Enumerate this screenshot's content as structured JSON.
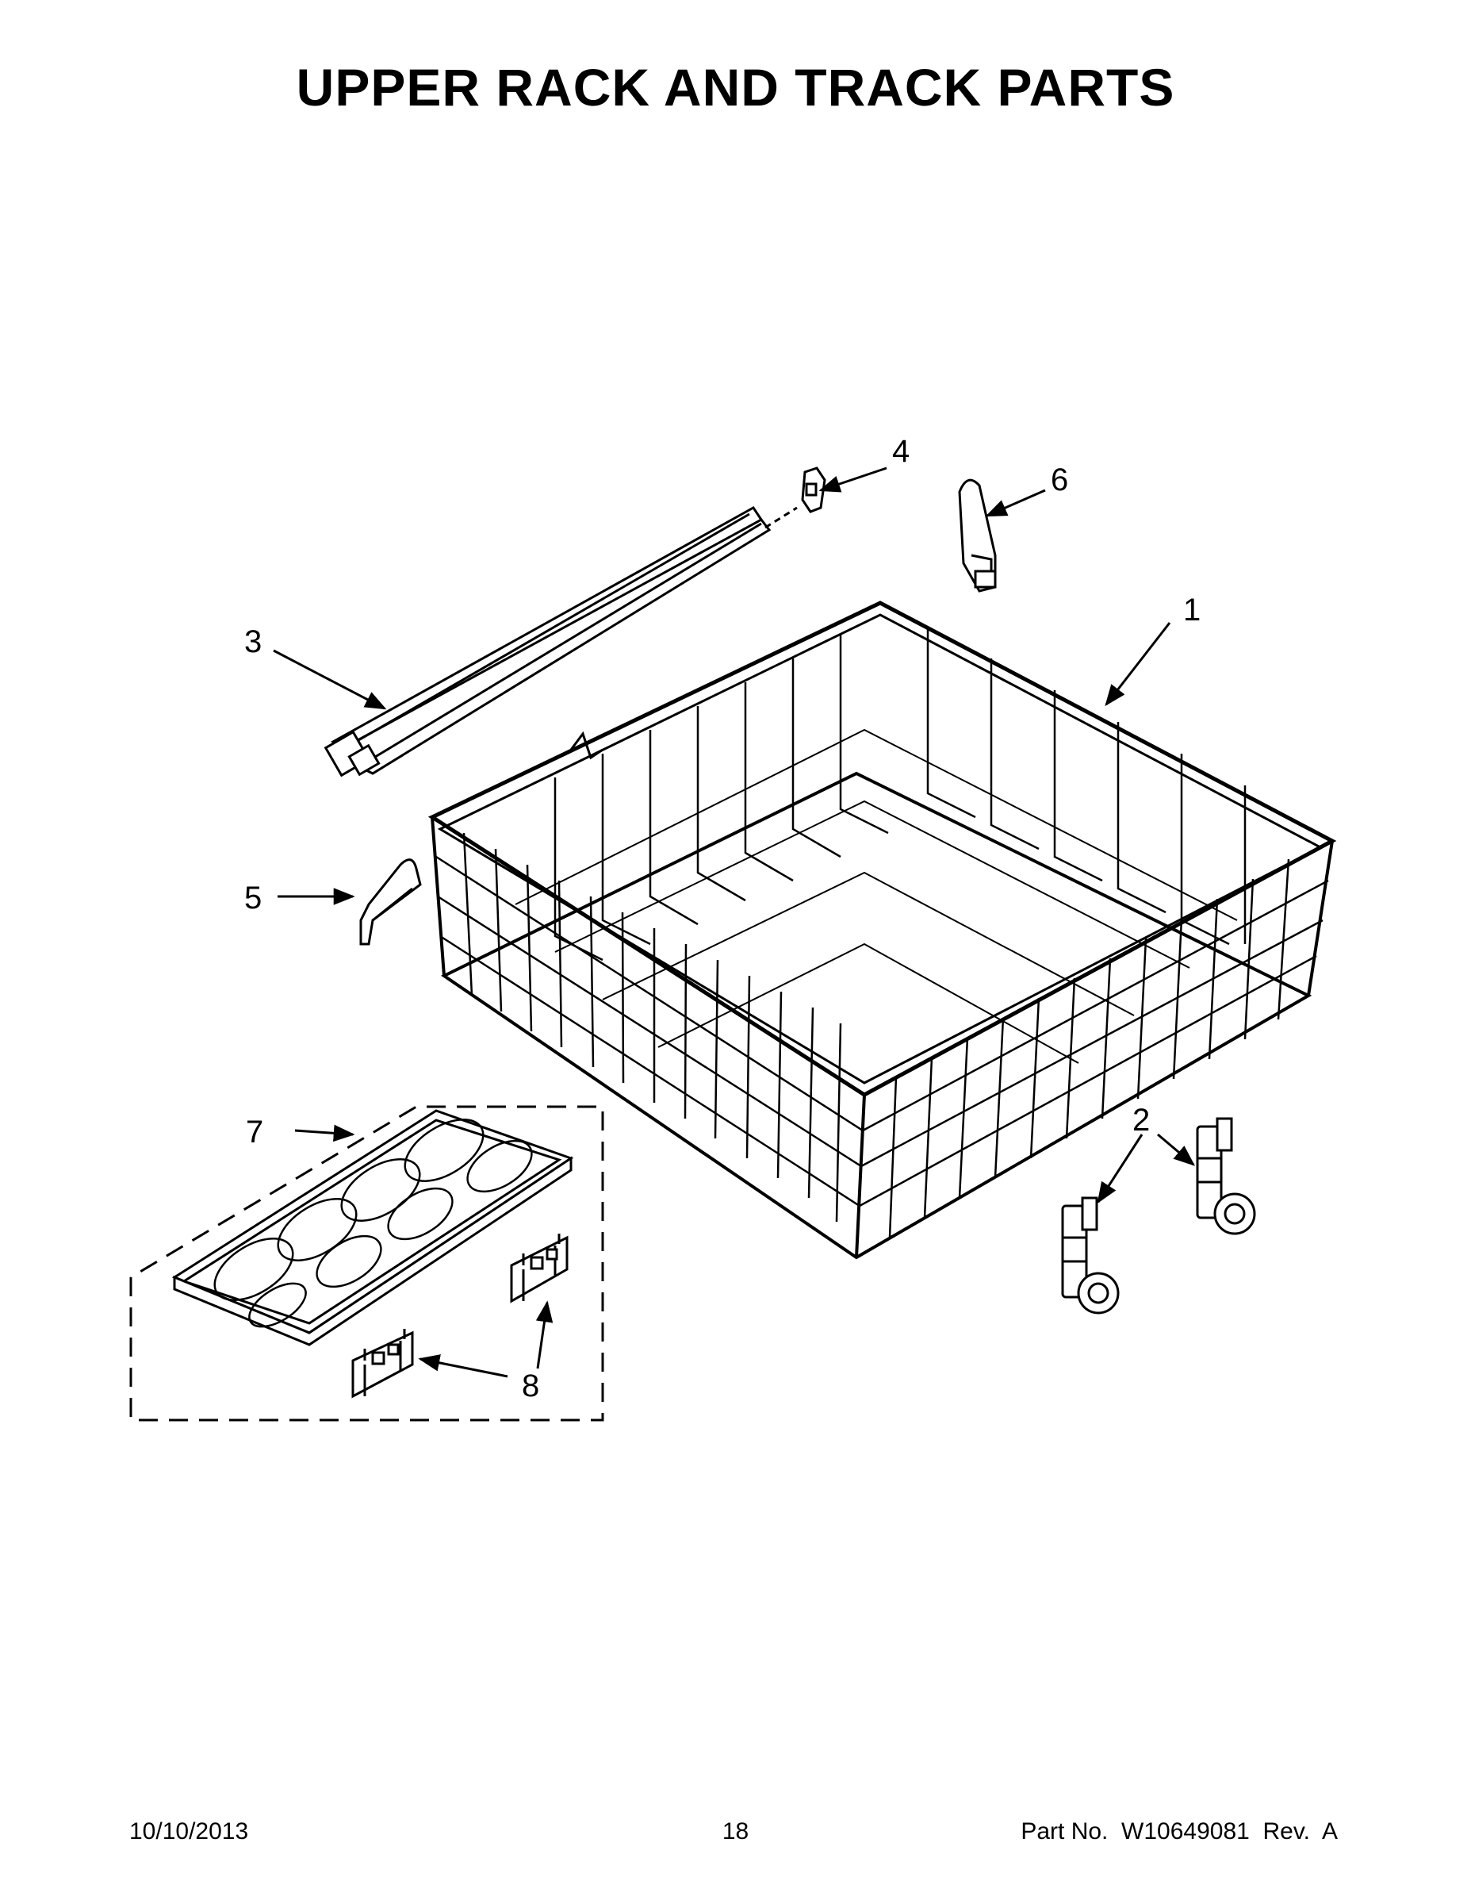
{
  "page": {
    "title": "UPPER RACK AND TRACK PARTS",
    "footer_date": "10/10/2013",
    "footer_page": "18",
    "footer_part": "Part No.  W10649081  Rev.  A"
  },
  "callouts": [
    "1",
    "2",
    "3",
    "4",
    "5",
    "6",
    "7",
    "8"
  ]
}
